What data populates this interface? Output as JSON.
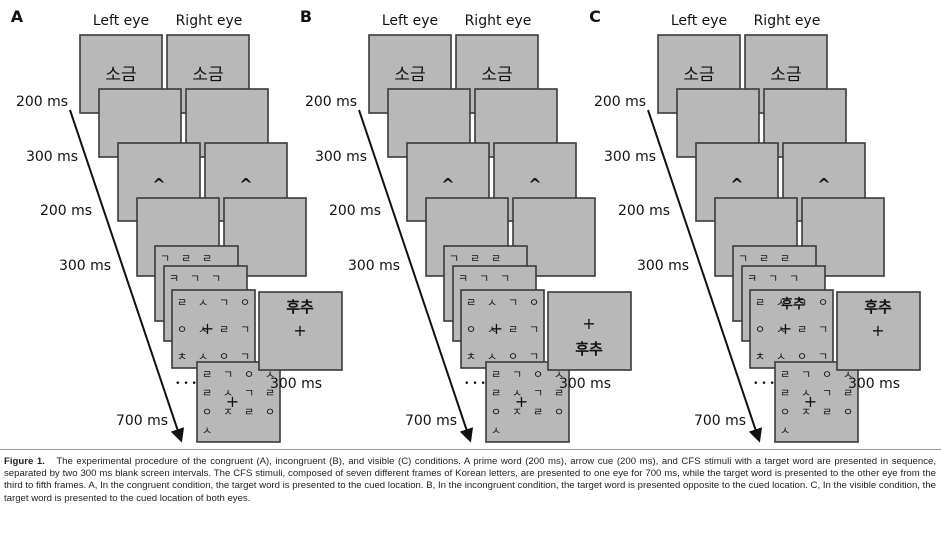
{
  "panels": [
    {
      "label": "A",
      "eye_labels": [
        "Left eye",
        "Right eye"
      ],
      "timings": [
        "200 ms",
        "300 ms",
        "200 ms",
        "300 ms",
        "700 ms"
      ],
      "prime_word": "소금",
      "cue_symbol": "^",
      "target": {
        "word": "후추",
        "fixation": "+",
        "layout": "word-above",
        "target_timing": "300 ms",
        "cfs_target_visible": false
      }
    },
    {
      "label": "B",
      "eye_labels": [
        "Left eye",
        "Right eye"
      ],
      "timings": [
        "200 ms",
        "300 ms",
        "200 ms",
        "300 ms",
        "700 ms"
      ],
      "prime_word": "소금",
      "cue_symbol": "^",
      "target": {
        "word": "후추",
        "fixation": "+",
        "layout": "word-below",
        "target_timing": "300 ms",
        "cfs_target_visible": false
      }
    },
    {
      "label": "C",
      "eye_labels": [
        "Left eye",
        "Right eye"
      ],
      "timings": [
        "200 ms",
        "300 ms",
        "200 ms",
        "300 ms",
        "700 ms"
      ],
      "prime_word": "소금",
      "cue_symbol": "^",
      "target": {
        "word": "후추",
        "fixation": "+",
        "layout": "word-above",
        "target_timing": "300 ms",
        "cfs_target_visible": true
      }
    }
  ],
  "cfs_frames": [
    [
      "ㄱ",
      "ㄹ",
      "ㄹ"
    ],
    [
      "ㅋ",
      "ㄱ",
      "ㄱ"
    ],
    [
      "ㄹ",
      "ㅅ",
      "ㄱ",
      "ㅇ",
      "ㅇ",
      "ㅅ",
      "ㄹ",
      "ㄱ",
      "ㅊ",
      "ㅅ",
      "ㅇ",
      "ㄱ"
    ],
    [
      "ㄹ",
      "ㄱ",
      "ㅇ",
      "ㅅ",
      "ㄹ",
      "ㅅ",
      "ㄱ",
      "ㄹ",
      "ㅇ",
      "ㅈ",
      "ㄹ",
      "ㅇ",
      "ㅅ"
    ]
  ],
  "ellipsis": "• • •",
  "colors": {
    "screen_fill": "#b8b8b8",
    "screen_border": "#3a3a3a",
    "text": "#111111"
  },
  "caption": {
    "label": "Figure 1.",
    "text": "The experimental procedure of the congruent (A), incongruent (B), and visible (C) conditions. A prime word (200 ms), arrow cue (200 ms), and CFS stimuli with a target word are presented in sequence, separated by two 300 ms blank screen intervals. The CFS stimuli, composed of seven different frames of Korean letters, are presented to one eye for 700 ms, while the target word is presented to the other eye from the third to fifth frames. A, In the congruent condition, the target word is presented to the cued location. B, In the incongruent condition, the target word is presented opposite to the cued location. C, In the visible condition, the target word is presented to the cued location of both eyes."
  }
}
